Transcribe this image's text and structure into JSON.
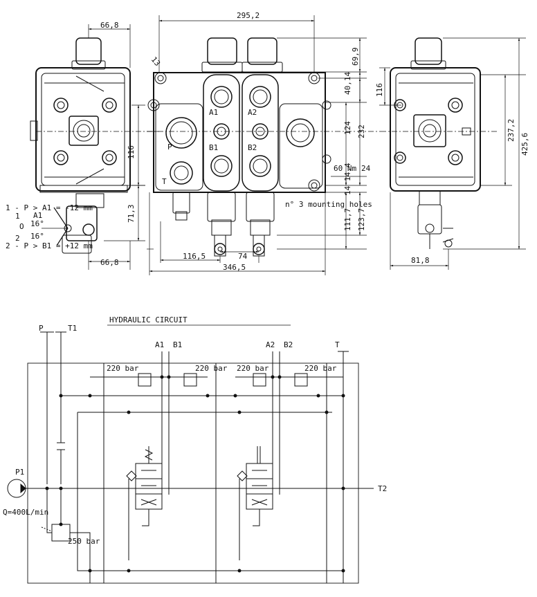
{
  "dimensions": {
    "top_left_width": "66,8",
    "total_width": "295,2",
    "top_height": "69,9",
    "d40_14": "40,14",
    "h116_left": "116",
    "h124": "124",
    "h232": "232",
    "h14_4": "14,4",
    "h14": "14",
    "h71_3": "71,3",
    "h111_7": "111,7",
    "h123_7": "123,7",
    "bottom_left_width": "66,8",
    "w116_5": "116,5",
    "w74": "74",
    "w346_5": "346,5",
    "h116_right": "116",
    "h237_2": "237,2",
    "h425_6": "425,6",
    "w81_8": "81,8",
    "d13": "13",
    "torque": "60 Nm",
    "torque_24": "24",
    "mounting_note": "n° 3 mounting holes"
  },
  "lever_notes": {
    "line1": "1 - P > A1 = -12 mm",
    "line1b": "1",
    "line_a1": "A1",
    "line_o": "O",
    "line_angle1": "16°",
    "line_angle2": "16°",
    "line2": "2 - P > B1 = +12 mm",
    "line2b": "2"
  },
  "ports": {
    "a1": "A1",
    "a2": "A2",
    "b1": "B1",
    "b2": "B2",
    "p": "P",
    "t": "T"
  },
  "circuit": {
    "title": "HYDRAULIC CIRCUIT",
    "p": "P",
    "t1": "T1",
    "a1": "A1",
    "b1": "B1",
    "a2": "A2",
    "b2": "B2",
    "t": "T",
    "t2": "T2",
    "p1": "P1",
    "flow": "Q=400L/min",
    "relief_main": "250 bar",
    "relief_1": "220 bar",
    "relief_2": "220 bar",
    "relief_3": "220 bar",
    "relief_4": "220 bar"
  }
}
